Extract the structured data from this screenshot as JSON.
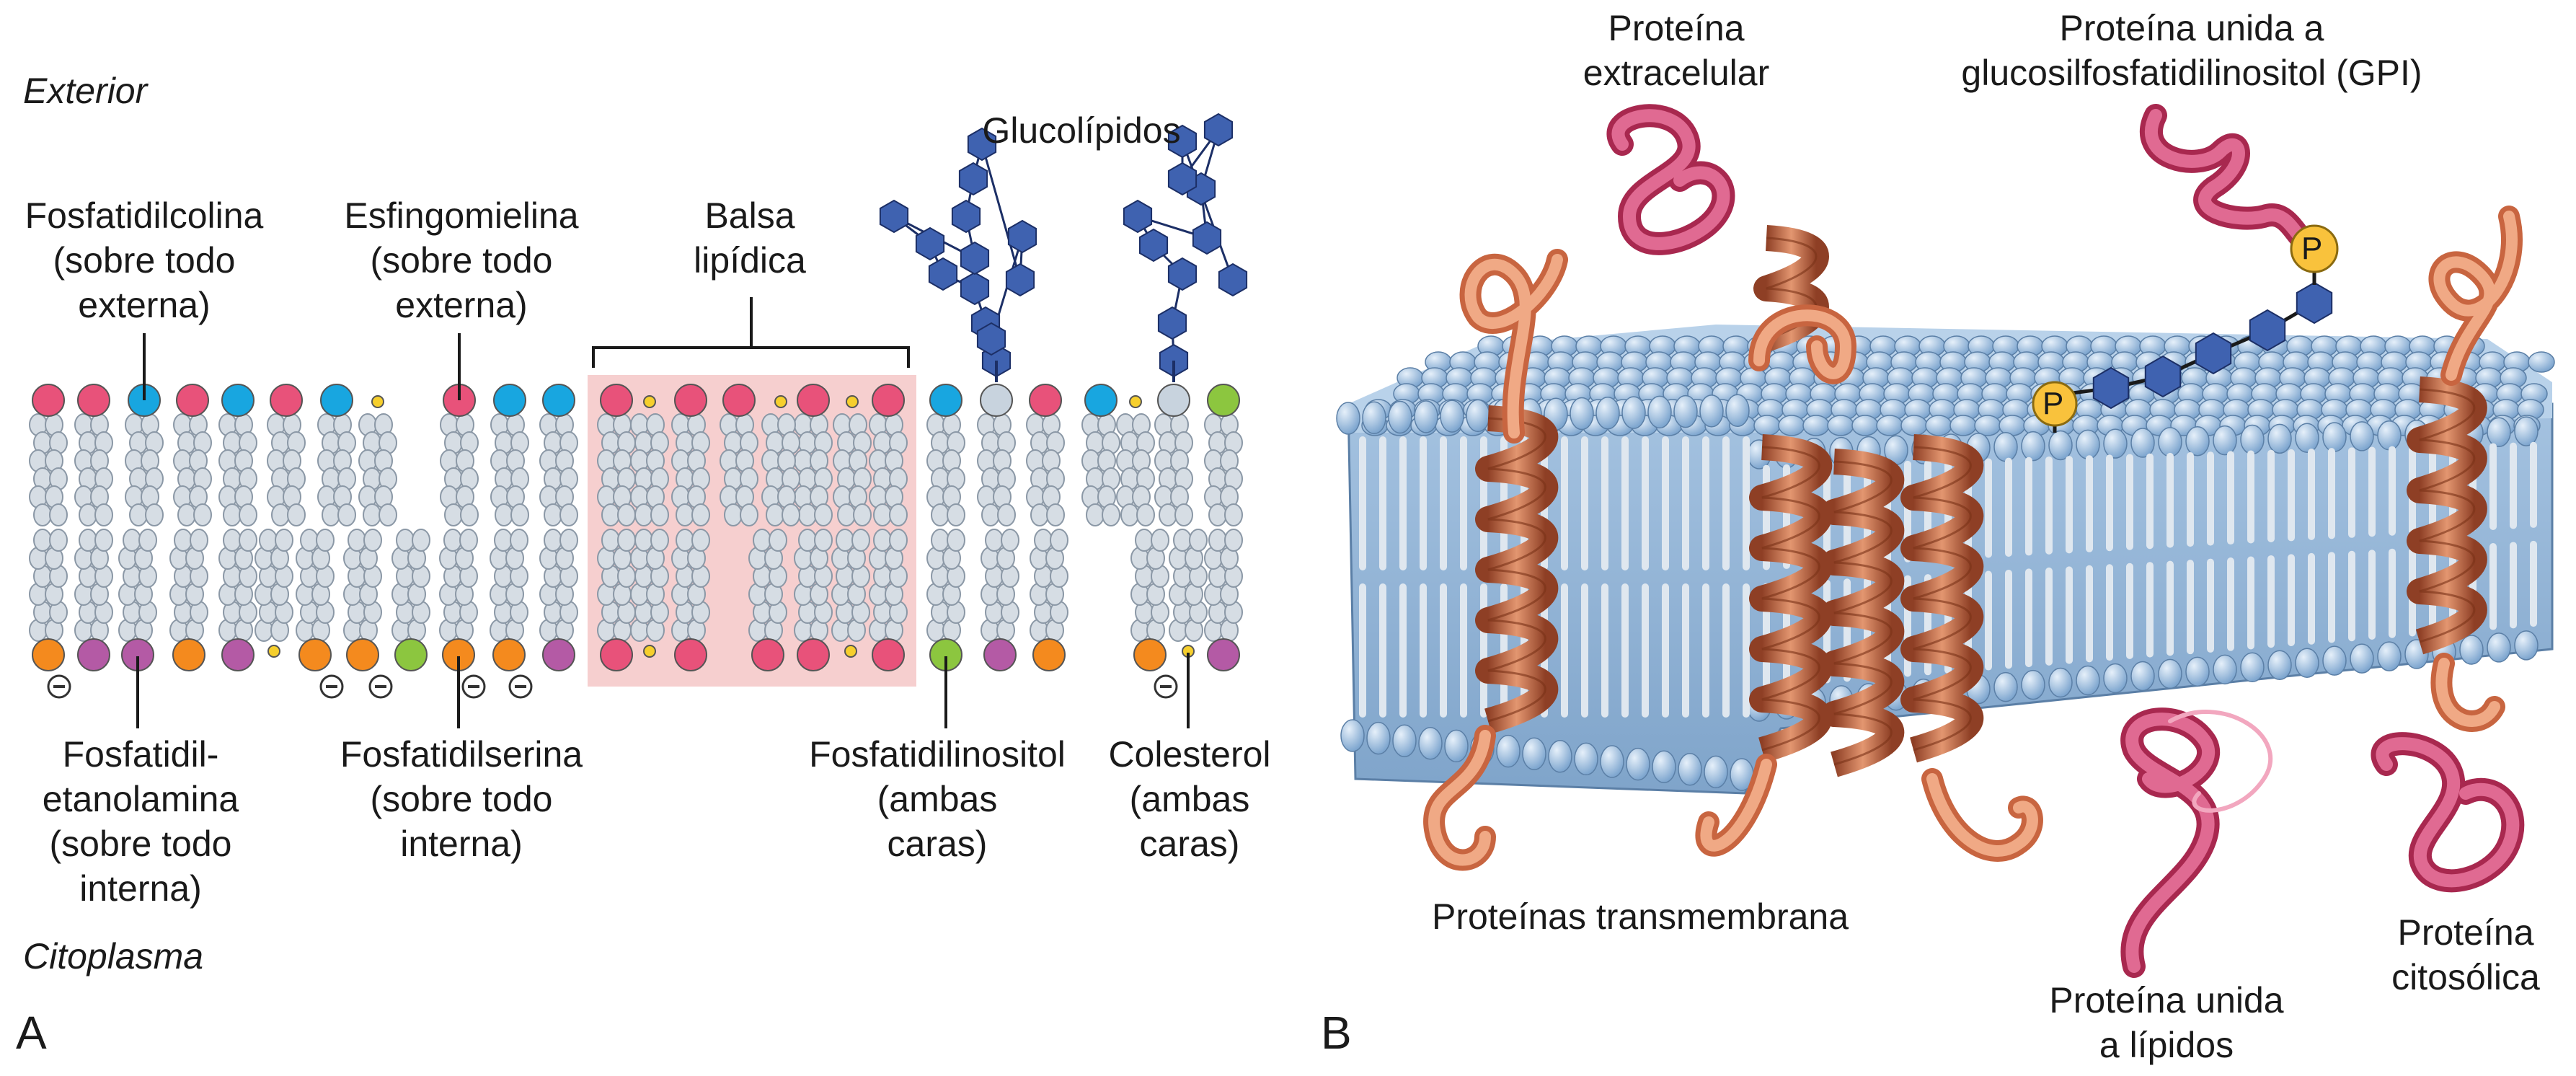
{
  "panel_a": {
    "letter": "A",
    "exterior": "Exterior",
    "citoplasma": "Citoplasma",
    "labels": {
      "fosfatidilcolina": [
        "Fosfatidilcolina",
        "(sobre todo",
        "externa)"
      ],
      "esfingomielina": [
        "Esfingomielina",
        "(sobre todo",
        "externa)"
      ],
      "balsa": [
        "Balsa",
        "lipídica"
      ],
      "glucolipidos": [
        "Glucolípidos"
      ],
      "fosfatidiletanolamina": [
        "Fosfatidil-",
        "etanolamina",
        "(sobre todo",
        "interna)"
      ],
      "fosfatidilserina": [
        "Fosfatidilserina",
        "(sobre todo",
        "interna)"
      ],
      "fosfatidilinositol": [
        "Fosfatidilinositol",
        "(ambas",
        "caras)"
      ],
      "colesterol": [
        "Colesterol",
        "(ambas",
        "caras)"
      ]
    }
  },
  "panel_b": {
    "letter": "B",
    "labels": {
      "extracelular": [
        "Proteína",
        "extracelular"
      ],
      "gpi": [
        "Proteína unida a",
        "glucosilfosfatidilinositol (GPI)"
      ],
      "transmembrana": [
        "Proteínas transmembrana"
      ],
      "lipidos": [
        "Proteína unida",
        "a lípidos"
      ],
      "citosolica": [
        "Proteína",
        "citosólica"
      ]
    },
    "phosphate": "P"
  },
  "colors": {
    "pc_pink": "#e8527a",
    "sm_cyan": "#18a6e0",
    "pi_green": "#8cc63f",
    "ps_orange": "#f48a1e",
    "pe_purple": "#b45aa5",
    "glyco_gray": "#c8d3de",
    "sugar_blue": "#3f62b0",
    "chol_yellow": "#f6cf2d",
    "raft": "#f6cfcf",
    "tail": "#d6dde4",
    "membrane_blue": "#9dbfe0",
    "helix": "#d27a55",
    "pink_protein": "#d94f7a",
    "phosphate_yellow": "#f9c23c"
  }
}
